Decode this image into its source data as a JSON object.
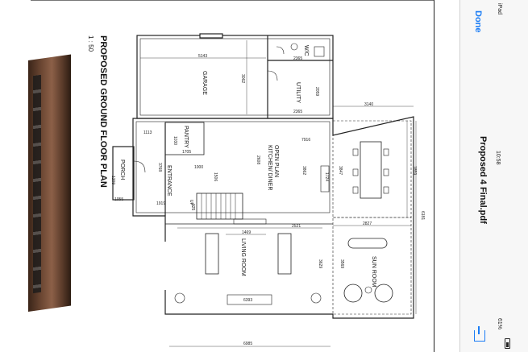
{
  "status": {
    "device": "iPad",
    "time": "10:58",
    "battery": "61%"
  },
  "nav": {
    "done_label": "Done",
    "title": "Proposed 4 Final.pdf"
  },
  "plan": {
    "title": "PROPOSED GROUND FLOOR PLAN",
    "scale": "1 : 50",
    "rooms": {
      "garage": "GARAGE",
      "wc": "W/C",
      "utility": "UTILITY",
      "pantry": "PANTRY",
      "kitchen_line1": "OPEN PLAN",
      "kitchen_line2": "KITCHEN/ DINER",
      "porch": "PORCH",
      "entrance": "ENTRANCE",
      "living": "LIVING ROOM",
      "sun": "SUN ROOM",
      "up": "UP"
    },
    "dims": {
      "d5143": "5143",
      "d3062": "3062",
      "d2365a": "2365",
      "d2059": "2059",
      "d2365b": "2365",
      "d3140": "3140",
      "d1113": "1113",
      "d1030": "1030",
      "d1705": "1705",
      "d7916": "7916",
      "d1000": "1000",
      "d1506": "1506",
      "d2608": "2608",
      "d3862": "3862",
      "d3847": "3847",
      "d1724": "1724",
      "d1859": "1859",
      "d6181": "6181",
      "d1209": "1209",
      "d1055": "1055",
      "d3768": "3768",
      "d1919": "1919",
      "d925": "925",
      "d2521": "2521",
      "d2827": "2827",
      "d1469": "1469",
      "d3629": "3629",
      "d3569": "3569",
      "d6393": "6393",
      "d6985": "6985"
    }
  }
}
